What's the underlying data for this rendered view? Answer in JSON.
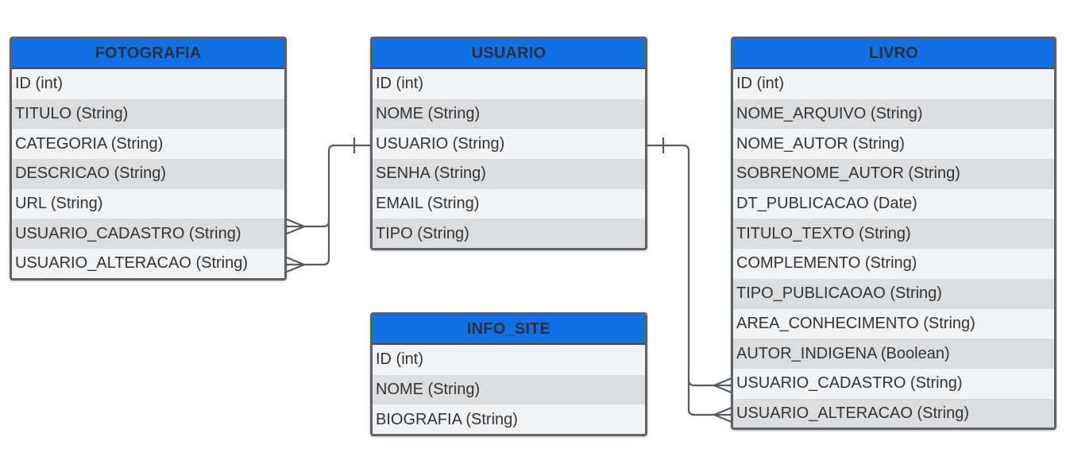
{
  "entities": {
    "fotografia": {
      "title": "FOTOGRAFIA",
      "fields": [
        "ID (int)",
        "TITULO (String)",
        "CATEGORIA (String)",
        "DESCRICAO (String)",
        "URL (String)",
        "USUARIO_CADASTRO (String)",
        "USUARIO_ALTERACAO (String)"
      ]
    },
    "usuario": {
      "title": "USUARIO",
      "fields": [
        "ID (int)",
        "NOME (String)",
        "USUARIO (String)",
        "SENHA (String)",
        "EMAIL (String)",
        "TIPO (String)"
      ]
    },
    "livro": {
      "title": "LIVRO",
      "fields": [
        "ID (int)",
        "NOME_ARQUIVO (String)",
        "NOME_AUTOR (String)",
        "SOBRENOME_AUTOR (String)",
        "DT_PUBLICACAO (Date)",
        "TITULO_TEXTO (String)",
        "COMPLEMENTO (String)",
        "TIPO_PUBLICAOAO (String)",
        "AREA_CONHECIMENTO (String)",
        "AUTOR_INDIGENA (Boolean)",
        "USUARIO_CADASTRO (String)",
        "USUARIO_ALTERACAO (String)"
      ]
    },
    "info_site": {
      "title": "INFO_SITE",
      "fields": [
        "ID (int)",
        "NOME (String)",
        "BIOGRAFIA (String)"
      ]
    }
  },
  "colors": {
    "header": "#1071e5",
    "border": "#5f6063",
    "row_light": "#f2f3f5",
    "row_dark": "#dcdddf",
    "connector": "#5a5b5e"
  },
  "relationships": [
    {
      "from": "usuario.USUARIO",
      "to": "fotografia.USUARIO_CADASTRO",
      "cardinality": "one-to-many"
    },
    {
      "from": "usuario.USUARIO",
      "to": "fotografia.USUARIO_ALTERACAO",
      "cardinality": "one-to-many"
    },
    {
      "from": "usuario.USUARIO",
      "to": "livro.USUARIO_CADASTRO",
      "cardinality": "one-to-many"
    },
    {
      "from": "usuario.USUARIO",
      "to": "livro.USUARIO_ALTERACAO",
      "cardinality": "one-to-many"
    }
  ]
}
